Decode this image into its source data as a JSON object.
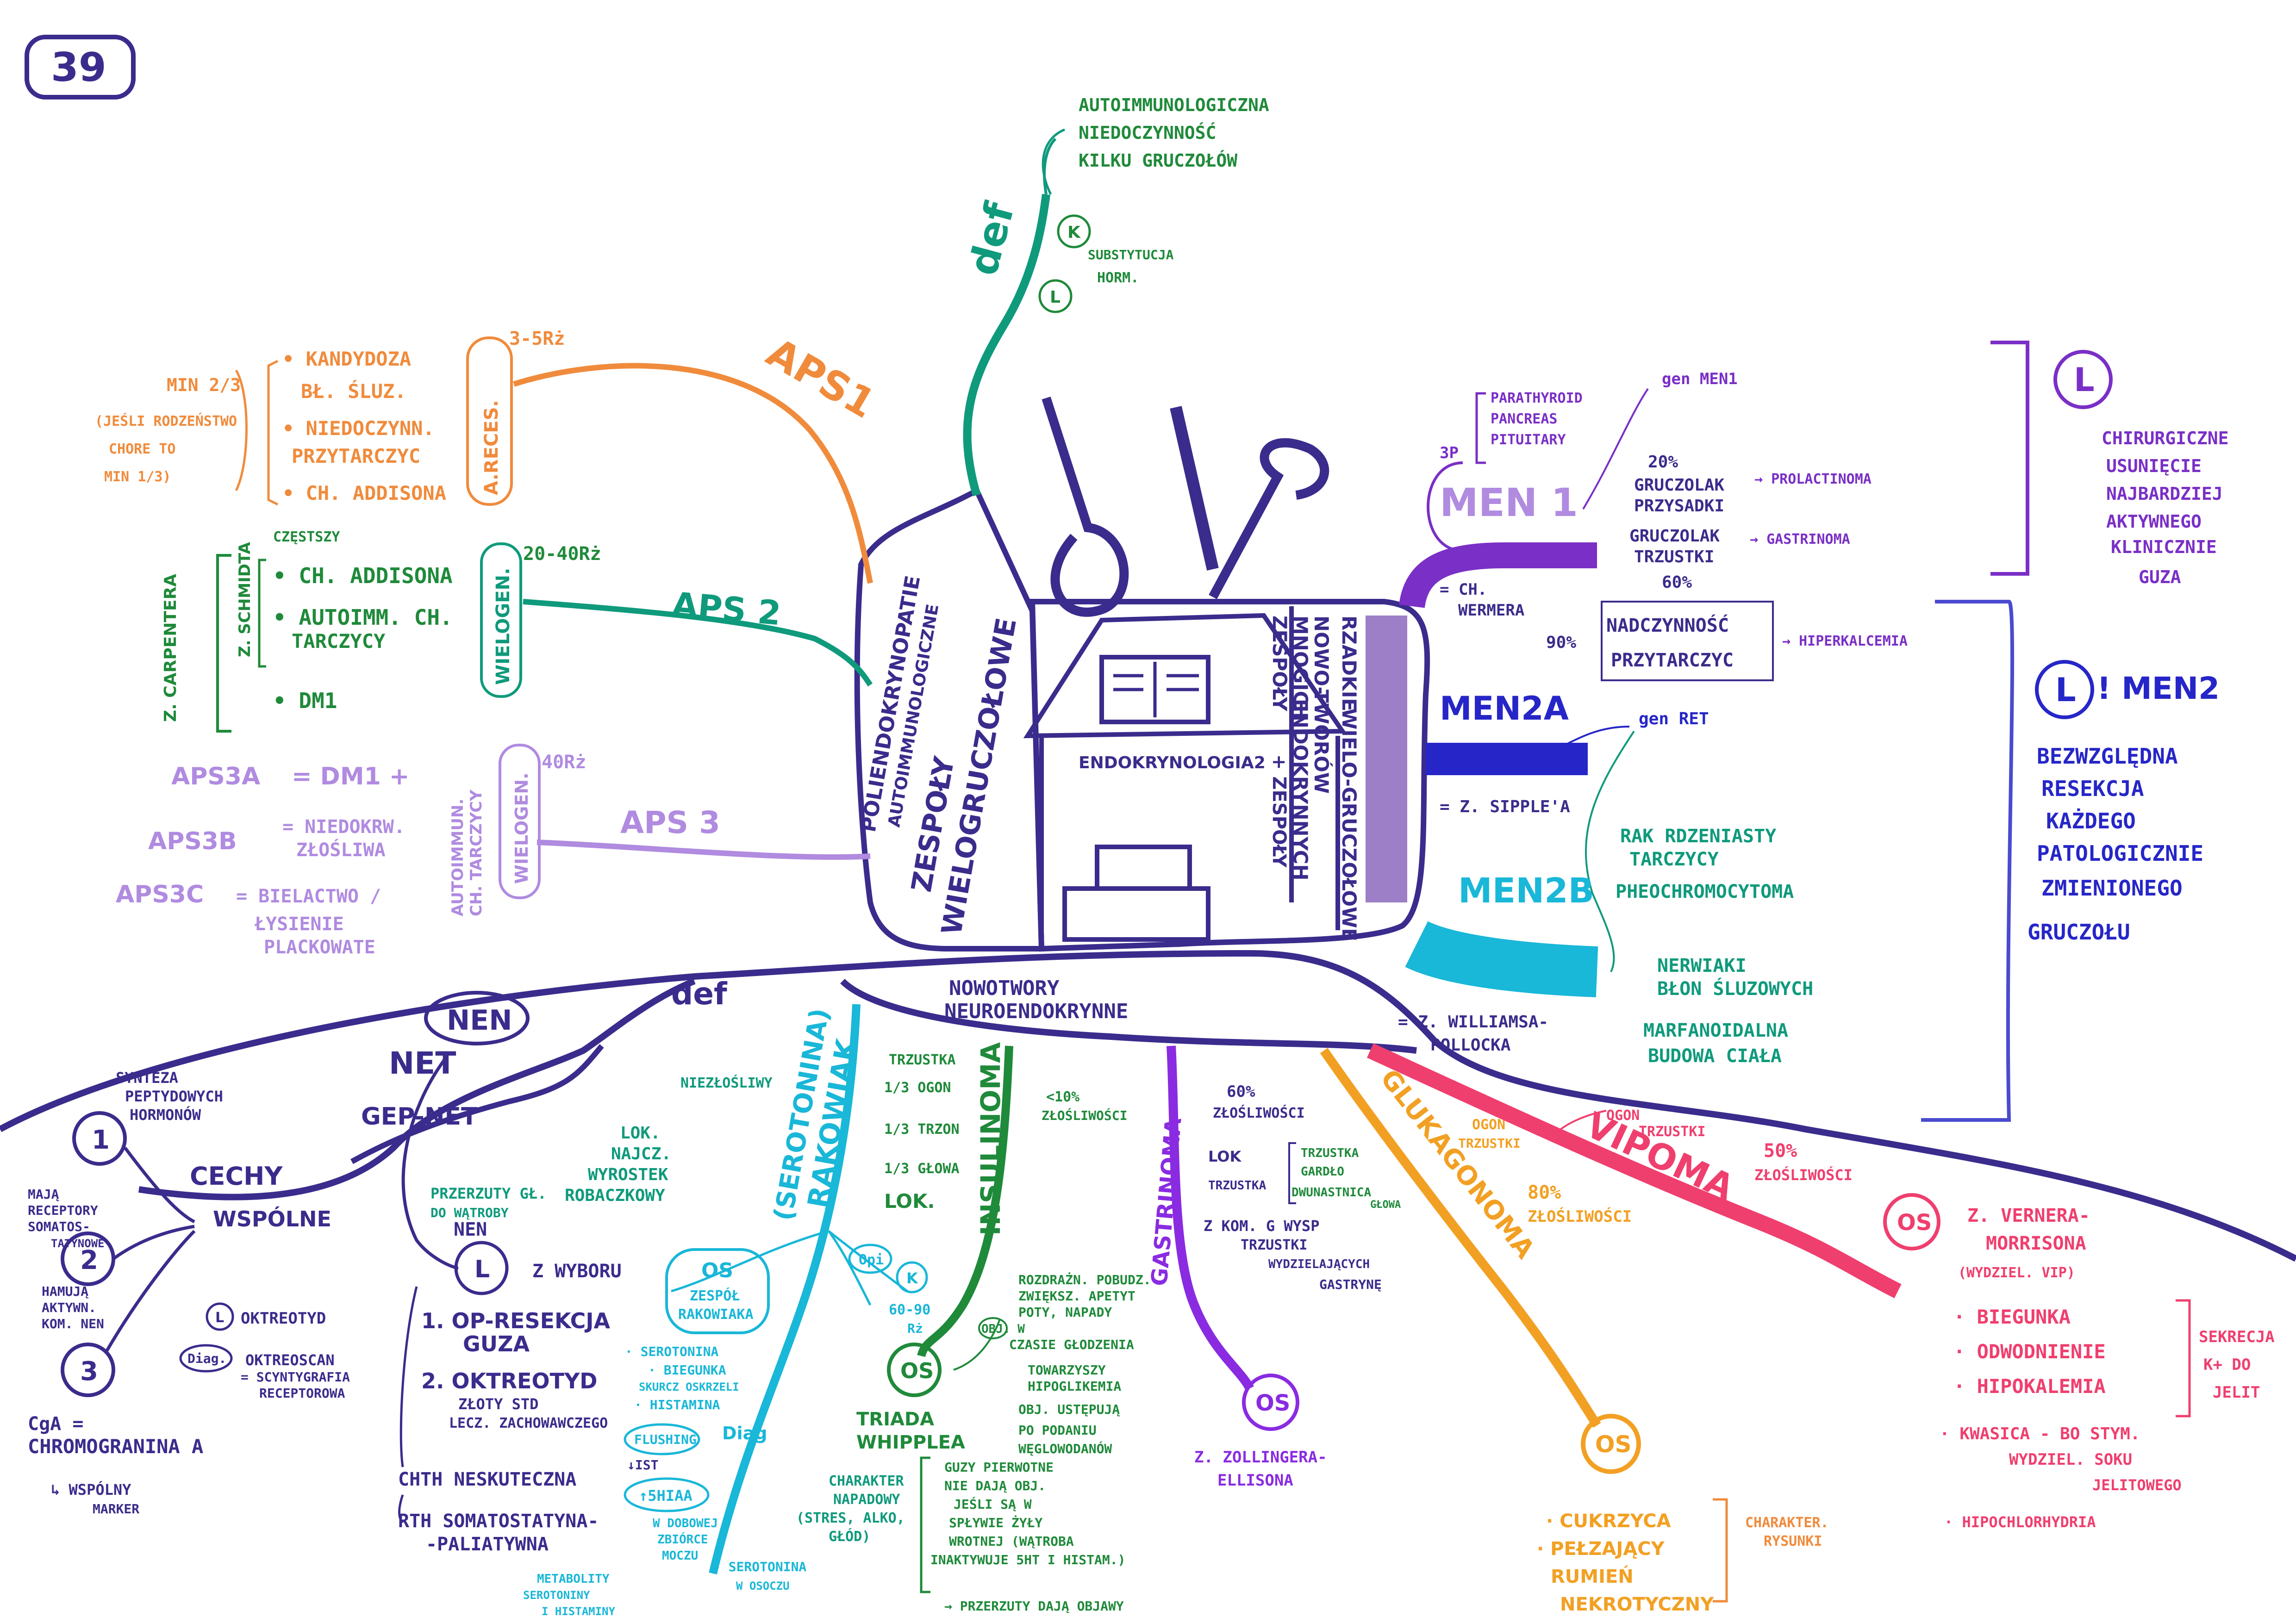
{
  "page_number": "39",
  "colors": {
    "ink": "#3a2c8c",
    "violet": "#7a2fc6",
    "teal": "#0f9a7c",
    "green": "#1f8a3a",
    "orange": "#f08b3c",
    "light_purple": "#b08be0",
    "blue": "#2626c8",
    "cyan": "#19b7d8",
    "pink": "#ef3f6e",
    "amber": "#f2a023",
    "purple_branch": "#8a2be2"
  },
  "center": {
    "building_label": "ENDOKRYNOLOGIA2",
    "book_label": "",
    "left_wall_1": "ZESPOŁY",
    "left_wall_2": "WIELOGRUCZOŁOWE",
    "roof_left_1": "POLIENDOKRYNOPATIE",
    "roof_left_2": "AUTOIMMUNOLOGICZNE",
    "right_wall_1": "ZESPOŁY",
    "right_wall_2": "MNOGICH",
    "right_wall_3": "NOWO-",
    "right_wall_4": "TWORÓW",
    "right_wall_5": "ENDOKRYNNYCH",
    "right_wall_6": "+ ZESPOŁY",
    "right_wall_7": "RZADKIE",
    "right_wall_8": "WIELO-",
    "right_wall_9": "GRUCZOŁOWE"
  },
  "top_branch": {
    "def": "def",
    "items": [
      "AUTOIMMUNOLOGICZNA",
      "NIEDOCZYNNOŚĆ",
      "KILKU GRUCZOŁÓW"
    ],
    "L_label": "L",
    "K_label": "K",
    "treatment_1": "SUBSTYTUCJA",
    "treatment_2": "HORM."
  },
  "aps1": {
    "title": "APS1",
    "age": "3-5Rż",
    "vertical_label": "A.RECES.",
    "items": [
      "• KANDYDOZA",
      "BŁ. ŚLUZ.",
      "• NIEDOCZYNN.",
      "PRZYTARCZYC",
      "• CH. ADDISONA"
    ],
    "note_min": "MIN 2/3",
    "note_family_1": "(JEŚLI RODZEŃSTWO",
    "note_family_2": "CHORE TO",
    "note_family_3": "MIN 1/3)"
  },
  "aps2": {
    "title": "APS 2",
    "age": "20-40Rż",
    "vertical_label": "WIELOGEN.",
    "carpenter": "Z. CARPENTERA",
    "schmidt": "Z. SCHMIDTA",
    "most_common": "CZĘSTSZY",
    "items": [
      "• CH. ADDISONA",
      "• AUTOIMM. CH.",
      "TARCZYCY",
      "• DM1"
    ]
  },
  "aps3": {
    "title": "APS 3",
    "age": "40Rż",
    "vertical_label_1": "AUTOIMMUN.",
    "vertical_label_2": "CH. TARCZYCY",
    "vertical_label_3": "WIELOGEN.",
    "a": "APS3A",
    "a_text": "= DM1 +",
    "b": "APS3B",
    "b_text_1": "= NIEDOKRW.",
    "b_text_2": "ZŁOŚLIWA",
    "c": "APS3C",
    "c_text_1": "= BIELACTWO /",
    "c_text_2": "ŁYSIENIE",
    "c_text_3": "PLACKOWATE"
  },
  "men": {
    "men1": "MEN 1",
    "men1_gene": "gen MEN1",
    "men1_3p_1": "PARATHYROID",
    "men1_3p_2": "PANCREAS",
    "men1_3p_3": "PITUITARY",
    "men1_3p_label": "3P",
    "men1_wermer_1": "= CH.",
    "men1_wermer_2": "WERMERA",
    "men1_items_pct1": "20%",
    "men1_items_1": "GRUCZOLAK",
    "men1_items_2": "PRZYSADKI",
    "men1_items_3": "→ PROLACTINOMA",
    "men1_items_4": "GRUCZOLAK",
    "men1_items_5": "TRZUSTKI",
    "men1_items_6": "→ GASTRINOMA",
    "men1_items_pct2": "60%",
    "men1_items_pct3": "90%",
    "men1_items_7": "NADCZYNNOŚĆ",
    "men1_items_8": "PRZYTARCZYC",
    "men1_items_9": "→ HIPERKALCEMIA",
    "men2a": "MEN2A",
    "men2a_gene": "gen RET",
    "men2a_sipple": "= Z. SIPPLE'A",
    "men2_rak_1": "RAK RDZENIASTY",
    "men2_rak_2": "TARCZYCY",
    "men2_pheo": "PHEOCHROMOCYTOMA",
    "men2b": "MEN2B",
    "men2b_williams_1": "= Z. WILLIAMSA-",
    "men2b_williams_2": "POLLOCKA",
    "men2b_nerw_1": "NERWIAKI",
    "men2b_nerw_2": "BŁON ŚLUZOWYCH",
    "men2b_marf_1": "MARFANOIDALNA",
    "men2b_marf_2": "BUDOWA CIAŁA",
    "L1": "L",
    "L1_text": [
      "CHIRURGICZNE",
      "USUNIĘCIE",
      "NAJBARDZIEJ",
      "AKTYWNEGO",
      "KLINICZNIE",
      "GUZA"
    ],
    "L2": "L",
    "L2_men": "! MEN2",
    "L2_text": [
      "BEZWZGLĘDNA",
      "RESEKCJA",
      "KAŻDEGO",
      "PATOLOGICZNIE",
      "ZMIENIONEGO",
      "GRUCZOŁU"
    ]
  },
  "net": {
    "banner_1": "NOWOTWORY",
    "banner_2": "NEUROENDOKRYNNE",
    "def": "def",
    "nen": "NEN",
    "net": "NET",
    "gep": "GEP-NET",
    "cechy_1": "CECHY",
    "cechy_2": "WSPÓLNE",
    "n1": "1",
    "n1_text_1": "SYNTEZA",
    "n1_text_2": "PEPTYDOWYCH",
    "n1_text_3": "HORMONÓW",
    "n2": "2",
    "n2_text_1": "MAJĄ",
    "n2_text_2": "RECEPTORY",
    "n2_text_3": "SOMATOS-",
    "n2_text_4": "TATYNOWE",
    "n2_text_5": "HAMUJĄ",
    "n2_text_6": "AKTYWN.",
    "n2_text_7": "KOM. NEN",
    "n3": "3",
    "cga_1": "CgA =",
    "cga_2": "CHROMOGRANINA A",
    "cga_3": "↳ WSPÓLNY",
    "cga_4": "MARKER",
    "l_okt": "L",
    "okt_text": "OKTREOTYD",
    "diag": "Diag.",
    "oktreoscan_1": "OKTREOSCAN",
    "oktreoscan_2": "= SCYNTYGRAFIA",
    "oktreoscan_3": "RECEPTOROWA",
    "nen_small": "NEN",
    "l_main": "L",
    "z_wyboru": "Z WYBORU",
    "op_1": "1. OP-RESEKCJA",
    "op_2": "GUZA",
    "okt_1": "2. OKTREOTYD",
    "okt_2": "ZŁOTY STD",
    "okt_3": "LECZ. ZACHOWAWCZEGO",
    "chth": "CHTH NESKUTECZNA",
    "rth_1": "RTH SOMATOSTATYNA-",
    "rth_2": "-PALIATYWNA"
  },
  "rakowiak": {
    "title_1": "(SEROTONINA)",
    "title_2": "RAKOWIAK",
    "malignant": "NIEZŁOŚLIWY",
    "przerzuty_1": "PRZERZUTY GŁ.",
    "przerzuty_2": "DO WĄTROBY",
    "lok_1": "LOK.",
    "lok_2": "NAJCZ.",
    "lok_3": "WYROSTEK",
    "lok_4": "ROBACZKOWY",
    "os": "OS",
    "os_text_1": "ZESPÓŁ",
    "os_text_2": "RAKOWIAKA",
    "opi": "Opi",
    "k": "K",
    "k_age": "60-90",
    "k_age2": "Rż",
    "ser_1": "· SEROTONINA",
    "ser_2": "· BIEGUNKA",
    "ser_3": "SKURCZ OSKRZELI",
    "ser_4": "· HISTAMINA",
    "flushing": "FLUSHING",
    "daig": "Diag",
    "up_5hiaa": "↑5HIAA",
    "hiaa_1": "W DOBOWEJ",
    "hiaa_2": "ZBIÓRCE",
    "hiaa_3": "MOCZU",
    "metab_1": "METABOLITY",
    "metab_2": "SEROTONINY",
    "metab_3": "I HISTAMINY",
    "ser_up_1": "↑ SEROTONINA",
    "ser_up_2": "W OSOCZU",
    "ist": "↓IST",
    "ch_1": "CHARAKTER",
    "ch_2": "NAPADOWY",
    "ch_3": "(STRES, ALKO,",
    "ch_4": "GŁÓD)",
    "guzy_1": "GUZY PIERWOTNE",
    "guzy_2": "NIE DAJĄ OBJ.",
    "guzy_3": "JEŚLI SĄ W",
    "guzy_4": "SPŁYWIE ŻYŁY",
    "guzy_5": "WROTNEJ (WĄTROBA",
    "guzy_6": "INAKTYWUJE 5HT I HISTAM.)",
    "guzy_7": "→ PRZERZUTY DAJĄ OBJAWY"
  },
  "insulinoma": {
    "title": "INSULINOMA",
    "pct": "<10%",
    "pct_2": "ZŁOŚLIWOŚCI",
    "loc_1": "TRZUSTKA",
    "loc_2": "1/3 OGON",
    "loc_3": "1/3 TRZON",
    "loc_4": "1/3 GŁOWA",
    "lok": "LOK.",
    "os": "OS",
    "triada_1": "TRIADA",
    "triada_2": "WHIPPLEA",
    "r_1": "ROZDRAŻN. POBUDZ.",
    "r_2": "ZWIĘKSZ. APETYT",
    "r_3": "POTY, NAPADY",
    "obj": "OBJ. W",
    "r_4": "CZASIE GŁODZENIA",
    "r_5": "TOWARZYSZY",
    "r_6": "HIPOGLIKEMIA",
    "r_7": "OBJ. USTĘPUJĄ",
    "r_8": "PO PODANIU",
    "r_9": "WĘGLOWODANÓW"
  },
  "gastrinoma": {
    "title": "GASTRINOMA",
    "pct": "60%",
    "pct_2": "ZŁOŚLIWOŚCI",
    "lok": "LOK",
    "lok_1": "TRZUSTKA",
    "lok_2": "GARDŁO",
    "lok_3": "TRZUSTKA",
    "lok_4": "DWUNASTNICA",
    "lok_5": "GŁOWA",
    "kom_1": "Z KOM. G WYSP",
    "kom_2": "TRZUSTKI",
    "kom_3": "WYDZIELAJĄCYCH",
    "kom_4": "GASTRYNĘ",
    "os": "OS",
    "zes_1": "Z. ZOLLINGERA-",
    "zes_2": "ELLISONA"
  },
  "glukagonoma": {
    "title": "GLUKAGONOMA",
    "ogon_1": "OGON",
    "ogon_2": "TRZUSTKI",
    "pct": "80%",
    "pct_2": "ZŁOŚLIWOŚCI",
    "os": "OS",
    "items": [
      "· CUKRZYCA",
      "· PEŁZAJĄCY",
      "RUMIEŃ",
      "NEKROTYCZNY"
    ],
    "char_1": "CHARAKTER.",
    "char_2": "RYSUNKI"
  },
  "vipoma": {
    "title": "VIPOMA",
    "ogon_1": "OGON",
    "ogon_2": "TRZUSTKI",
    "pct": "50%",
    "pct_2": "ZŁOŚLIWOŚCI",
    "os": "OS",
    "zes_1": "Z. VERNERA-",
    "zes_2": "MORRISONA",
    "zes_3": "(WYDZIEL. VIP)",
    "items": [
      "· BIEGUNKA",
      "· ODWODNIENIE",
      "· HIPOKALEMIA"
    ],
    "seg_1": "SEKRECJA",
    "seg_2": "K+ DO",
    "seg_3": "JELIT",
    "kw_1": "· KWASICA - BO STYM.",
    "kw_2": "WYDZIEL. SOKU",
    "kw_3": "JELITOWEGO",
    "hipo": "· HIPOCHLORHYDRIA"
  }
}
